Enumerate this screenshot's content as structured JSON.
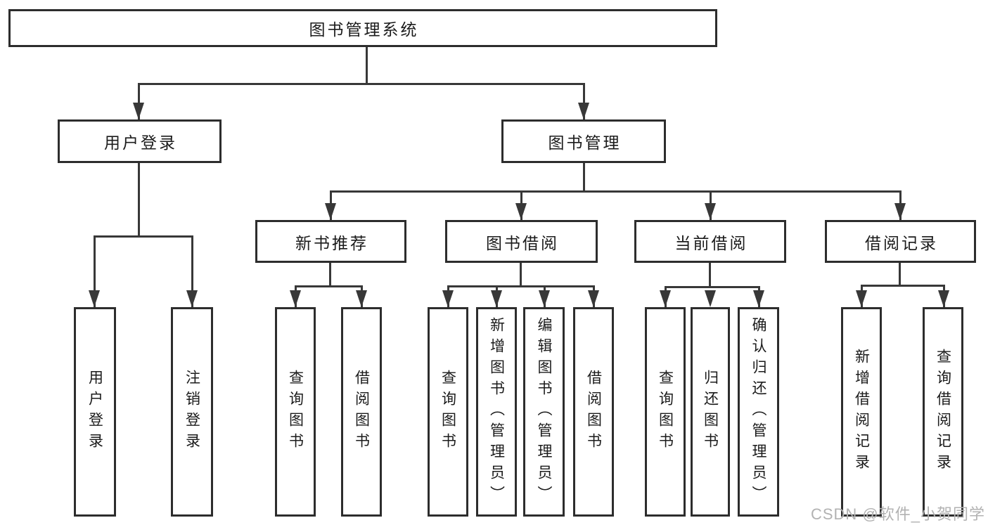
{
  "diagram_type": "hierarchy-chart",
  "colors": {
    "background": "#ffffff",
    "box_border": "#2d2d2d",
    "connector_line": "#383838",
    "text": "#1b1b1b",
    "watermark_text": "#b2b2b2"
  },
  "tree": {
    "label": "图书管理系统",
    "children": [
      {
        "label": "用户登录",
        "children": [
          {
            "label": "用户登录"
          },
          {
            "label": "注销登录"
          }
        ]
      },
      {
        "label": "图书管理",
        "children": [
          {
            "label": "新书推荐",
            "children": [
              {
                "label": "查询图书"
              },
              {
                "label": "借阅图书"
              }
            ]
          },
          {
            "label": "图书借阅",
            "children": [
              {
                "label": "查询图书"
              },
              {
                "label": "新增图书（管理员）"
              },
              {
                "label": "编辑图书（管理员）"
              },
              {
                "label": "借阅图书"
              }
            ]
          },
          {
            "label": "当前借阅",
            "children": [
              {
                "label": "查询图书"
              },
              {
                "label": "归还图书"
              },
              {
                "label": "确认归还（管理员）"
              }
            ]
          },
          {
            "label": "借阅记录",
            "children": [
              {
                "label": "新增借阅记录"
              },
              {
                "label": "查询借阅记录"
              }
            ]
          }
        ]
      }
    ]
  },
  "watermark": {
    "text": "CSDN @软件_小贺同学"
  }
}
